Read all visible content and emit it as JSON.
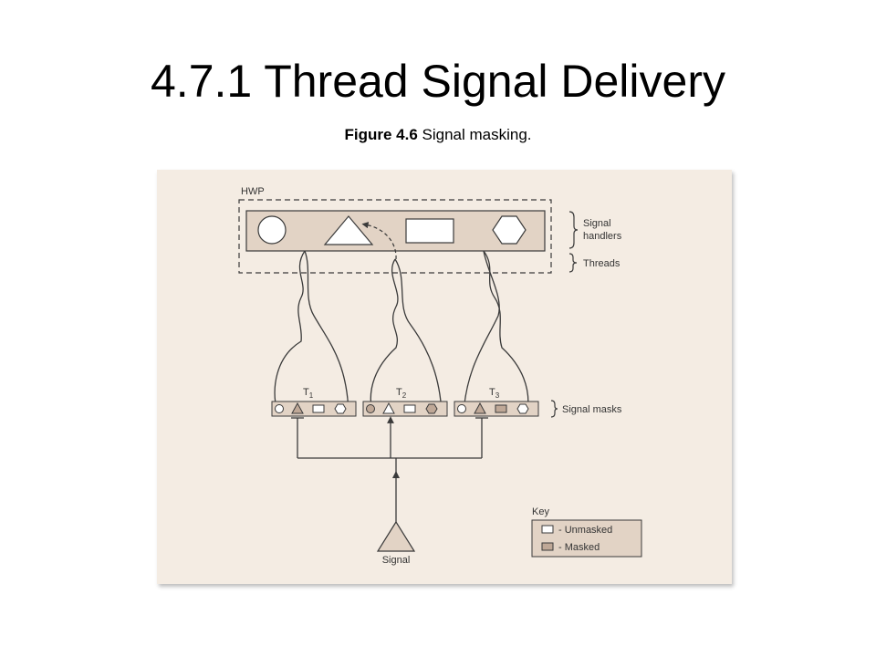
{
  "slide": {
    "title": "4.7.1 Thread Signal Delivery",
    "caption_bold": "Figure 4.6",
    "caption_text": " Signal masking."
  },
  "diagram": {
    "process_label": "HWP",
    "brace_labels": {
      "handlers_line1": "Signal",
      "handlers_line2": "handlers",
      "threads": "Threads",
      "masks": "Signal masks"
    },
    "threads": [
      {
        "label": "T",
        "sub": "1"
      },
      {
        "label": "T",
        "sub": "2"
      },
      {
        "label": "T",
        "sub": "3"
      }
    ],
    "signal_label": "Signal",
    "key": {
      "title": "Key",
      "unmasked": "- Unmasked",
      "masked": "- Masked"
    },
    "colors": {
      "figure_bg": "#f4ece3",
      "bar_fill": "#e2d3c5",
      "masked_fill": "#bfa897",
      "line": "#3a3a3a"
    }
  }
}
